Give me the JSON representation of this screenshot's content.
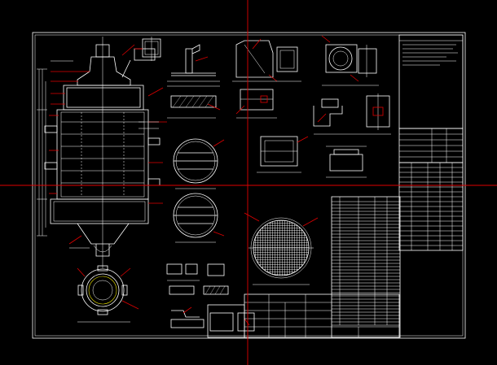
{
  "viewer": {
    "background": "#000000",
    "crosshair_color": "#e00000",
    "line_color": "#ffffff"
  },
  "drawing": {
    "views": [
      {
        "name": "vessel-elevation-view"
      },
      {
        "name": "nozzle-top-detail"
      },
      {
        "name": "support-section-detail"
      },
      {
        "name": "flange-detail-a"
      },
      {
        "name": "flange-detail-b"
      },
      {
        "name": "manway-detail"
      },
      {
        "name": "tray-plate-upper"
      },
      {
        "name": "tray-plate-lower"
      },
      {
        "name": "baffle-square-detail"
      },
      {
        "name": "saddle-detail"
      },
      {
        "name": "perforated-plate"
      },
      {
        "name": "base-ring-plan"
      },
      {
        "name": "weld-detail-group"
      }
    ],
    "tables": [
      {
        "name": "title-notes-block"
      },
      {
        "name": "design-data-table"
      },
      {
        "name": "nozzle-schedule-table"
      },
      {
        "name": "parts-list-table"
      },
      {
        "name": "title-block"
      }
    ]
  }
}
